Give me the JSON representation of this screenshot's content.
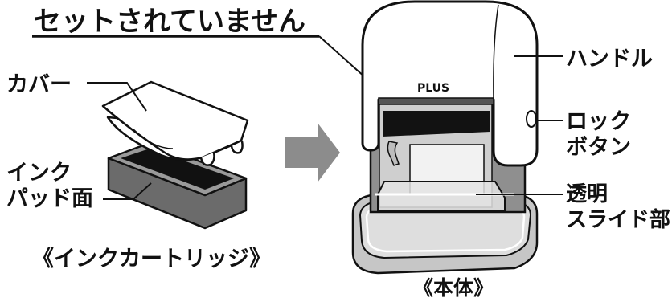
{
  "title": "セットされていません",
  "cartridge": {
    "cover_label": "カバー",
    "ink_pad_label_line1": "インク",
    "ink_pad_label_line2": "パッド面",
    "caption": "《インクカートリッジ》"
  },
  "body": {
    "brand": "PLUS",
    "handle_label": "ハンドル",
    "lock_button_line1": "ロック",
    "lock_button_line2": "ボタン",
    "slide_line1": "透明",
    "slide_line2": "スライド部",
    "caption": "《本体》"
  },
  "icons": {
    "arrow": "right-arrow-icon"
  },
  "colors": {
    "arrow": "#8c8c8c",
    "ink": "#111111",
    "tray": "#8a8a8a",
    "base": "#c6c6c6"
  }
}
